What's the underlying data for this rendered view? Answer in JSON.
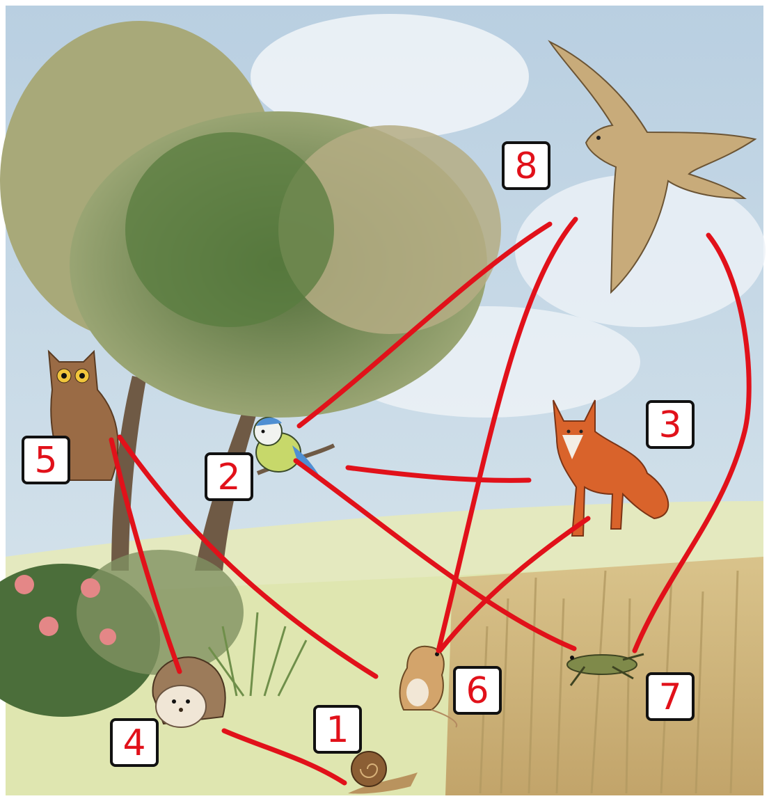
{
  "title": "",
  "colors": {
    "sky": "#c9dbe9",
    "cloud": "#f4f7fa",
    "meadow": "#dfe6b5",
    "meadow_far": "#e9ecc6",
    "wheat": "#d8c38e",
    "foliage_dark": "#5f7a45",
    "foliage_light": "#9aa873",
    "trunk": "#6f5a45",
    "line": "#e1111a",
    "label_border": "#111111",
    "label_fill": "#ffffff"
  },
  "labels": [
    {
      "id": "1",
      "text": "1",
      "organism": "snail"
    },
    {
      "id": "2",
      "text": "2",
      "organism": "blue-tit"
    },
    {
      "id": "3",
      "text": "3",
      "organism": "fox"
    },
    {
      "id": "4",
      "text": "4",
      "organism": "hedgehog"
    },
    {
      "id": "5",
      "text": "5",
      "organism": "owl"
    },
    {
      "id": "6",
      "text": "6",
      "organism": "mouse"
    },
    {
      "id": "7",
      "text": "7",
      "organism": "grasshopper"
    },
    {
      "id": "8",
      "text": "8",
      "organism": "hawk"
    }
  ],
  "connections": [
    {
      "from": "4",
      "to": "1"
    },
    {
      "from": "5",
      "to": "4"
    },
    {
      "from": "5",
      "to": "6"
    },
    {
      "from": "8",
      "to": "2"
    },
    {
      "from": "8",
      "to": "6"
    },
    {
      "from": "8",
      "to": "7"
    },
    {
      "from": "3",
      "to": "2"
    },
    {
      "from": "3",
      "to": "6"
    },
    {
      "from": "2",
      "to": "7"
    }
  ]
}
